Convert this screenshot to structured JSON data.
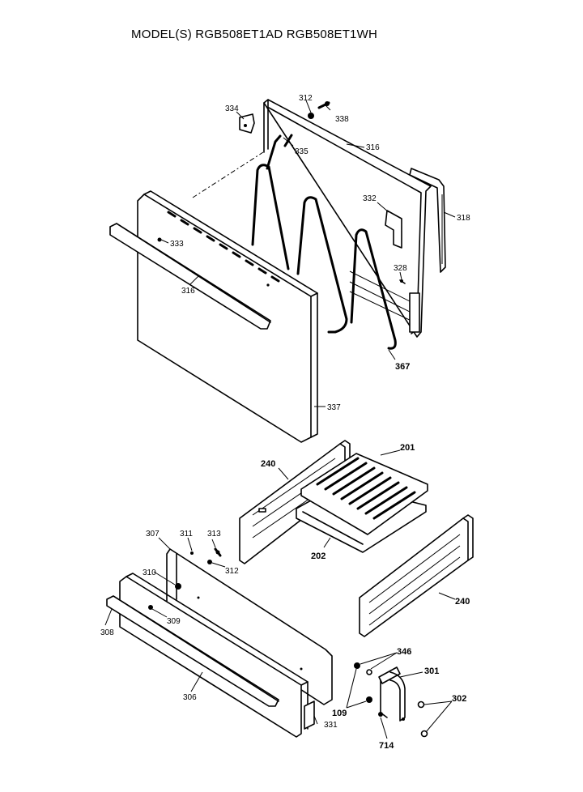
{
  "title": "MODEL(S) RGB508ET1AD  RGB508ET1WH",
  "parts": [
    {
      "id": "p334",
      "label": "334"
    },
    {
      "id": "p312a",
      "label": "312"
    },
    {
      "id": "p338",
      "label": "338"
    },
    {
      "id": "p335",
      "label": "335"
    },
    {
      "id": "p316a",
      "label": "316"
    },
    {
      "id": "p318",
      "label": "318"
    },
    {
      "id": "p332",
      "label": "332"
    },
    {
      "id": "p333",
      "label": "333"
    },
    {
      "id": "p328",
      "label": "328"
    },
    {
      "id": "p316b",
      "label": "316"
    },
    {
      "id": "p367",
      "label": "367"
    },
    {
      "id": "p337",
      "label": "337"
    },
    {
      "id": "p240a",
      "label": "240"
    },
    {
      "id": "p201",
      "label": "201"
    },
    {
      "id": "p202",
      "label": "202"
    },
    {
      "id": "p307",
      "label": "307"
    },
    {
      "id": "p311",
      "label": "311"
    },
    {
      "id": "p313",
      "label": "313"
    },
    {
      "id": "p312b",
      "label": "312"
    },
    {
      "id": "p310",
      "label": "310"
    },
    {
      "id": "p309",
      "label": "309"
    },
    {
      "id": "p308",
      "label": "308"
    },
    {
      "id": "p240b",
      "label": "240"
    },
    {
      "id": "p306",
      "label": "306"
    },
    {
      "id": "p346",
      "label": "346"
    },
    {
      "id": "p301",
      "label": "301"
    },
    {
      "id": "p302",
      "label": "302"
    },
    {
      "id": "p109",
      "label": "109"
    },
    {
      "id": "p331",
      "label": "331"
    },
    {
      "id": "p714",
      "label": "714"
    }
  ]
}
